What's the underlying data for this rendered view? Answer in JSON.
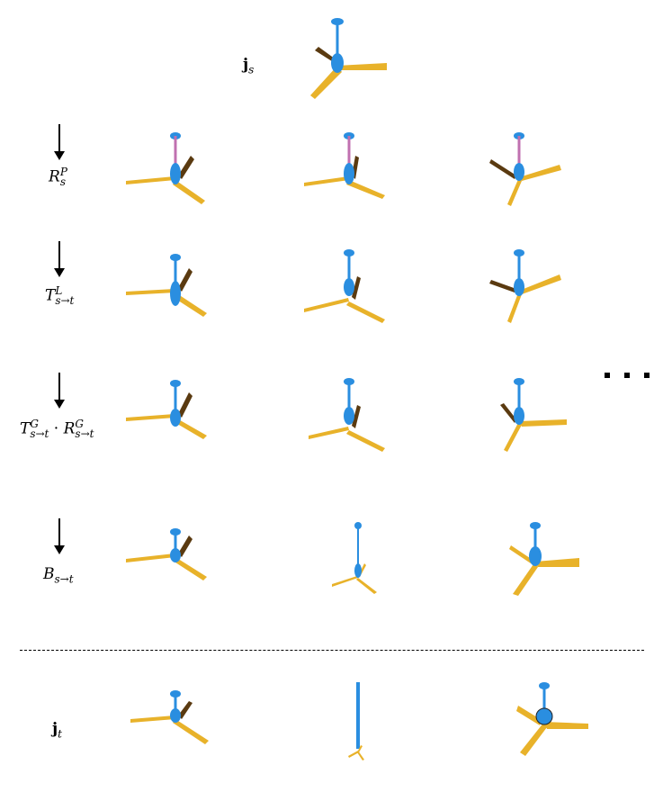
{
  "labels": {
    "j_s": {
      "base": "j",
      "sub": "s"
    },
    "rp": {
      "base": "R",
      "sub": "s",
      "sup": "P"
    },
    "tl": {
      "base": "T",
      "sub": "s→t",
      "sup": "L"
    },
    "tgrg": {
      "base1": "T",
      "sub1": "s→t",
      "sup1": "G",
      "dot": "·",
      "base2": "R",
      "sub2": "s→t",
      "sup2": "G"
    },
    "b": {
      "base": "B",
      "sub": "s→t"
    },
    "j_t": {
      "base": "j",
      "sub": "t"
    }
  },
  "colors": {
    "body": "#2a8ee0",
    "blade": "#e8b22a",
    "blade_dark": "#5a3a10",
    "rod_link": "#c070b0",
    "arrow": "#000000"
  }
}
